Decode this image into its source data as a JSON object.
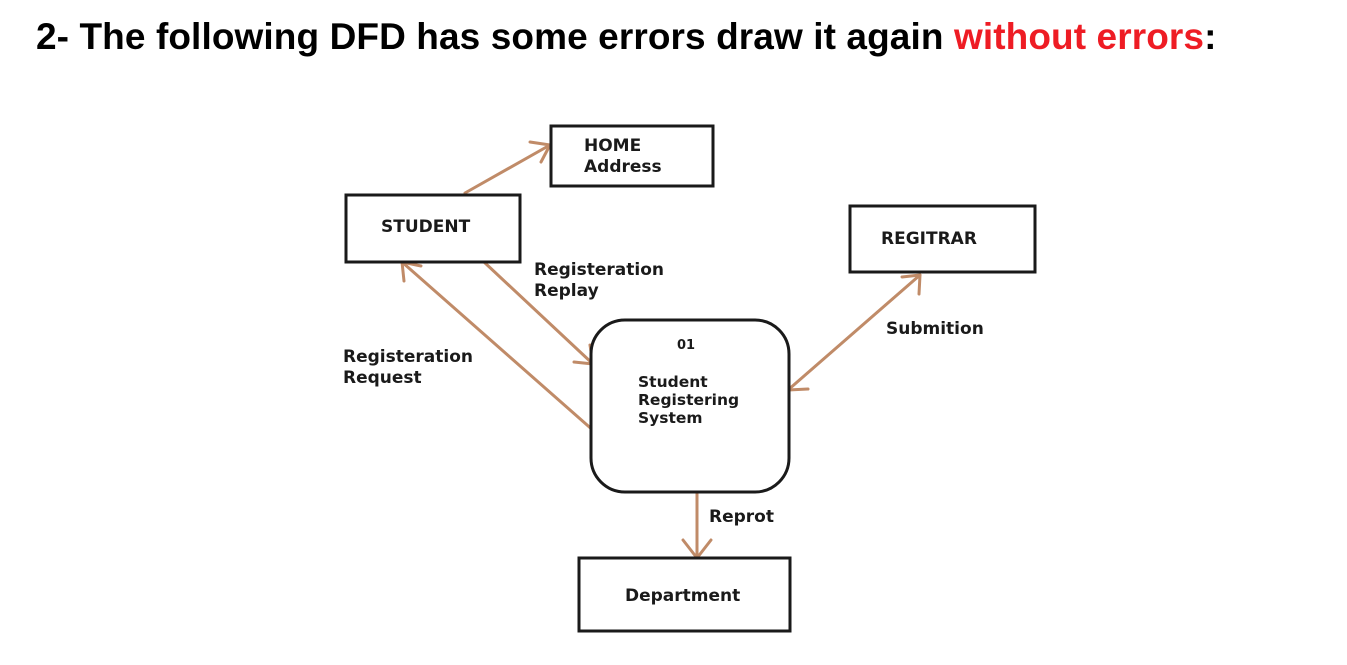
{
  "question": {
    "prefix": "2- The following DFD has some errors draw it again ",
    "highlight": "without errors",
    "suffix": ":",
    "highlight_color": "#ee1c24"
  },
  "diagram": {
    "nodes": {
      "home_address": {
        "line1": "HOME",
        "line2": "Address"
      },
      "student": {
        "label": "STUDENT"
      },
      "registrar": {
        "label": "REGITRAR"
      },
      "process": {
        "id": "01",
        "line1": "Student",
        "line2": "Registering",
        "line3": "System"
      },
      "department": {
        "label": "Department"
      }
    },
    "flows": {
      "registration_replay": {
        "line1": "Registeration",
        "line2": "Replay"
      },
      "registration_request": {
        "line1": "Registeration",
        "line2": "Request"
      },
      "submition": {
        "label": "Submition"
      },
      "report": {
        "label": "Reprot"
      }
    },
    "flow_color": "#c08b68"
  }
}
